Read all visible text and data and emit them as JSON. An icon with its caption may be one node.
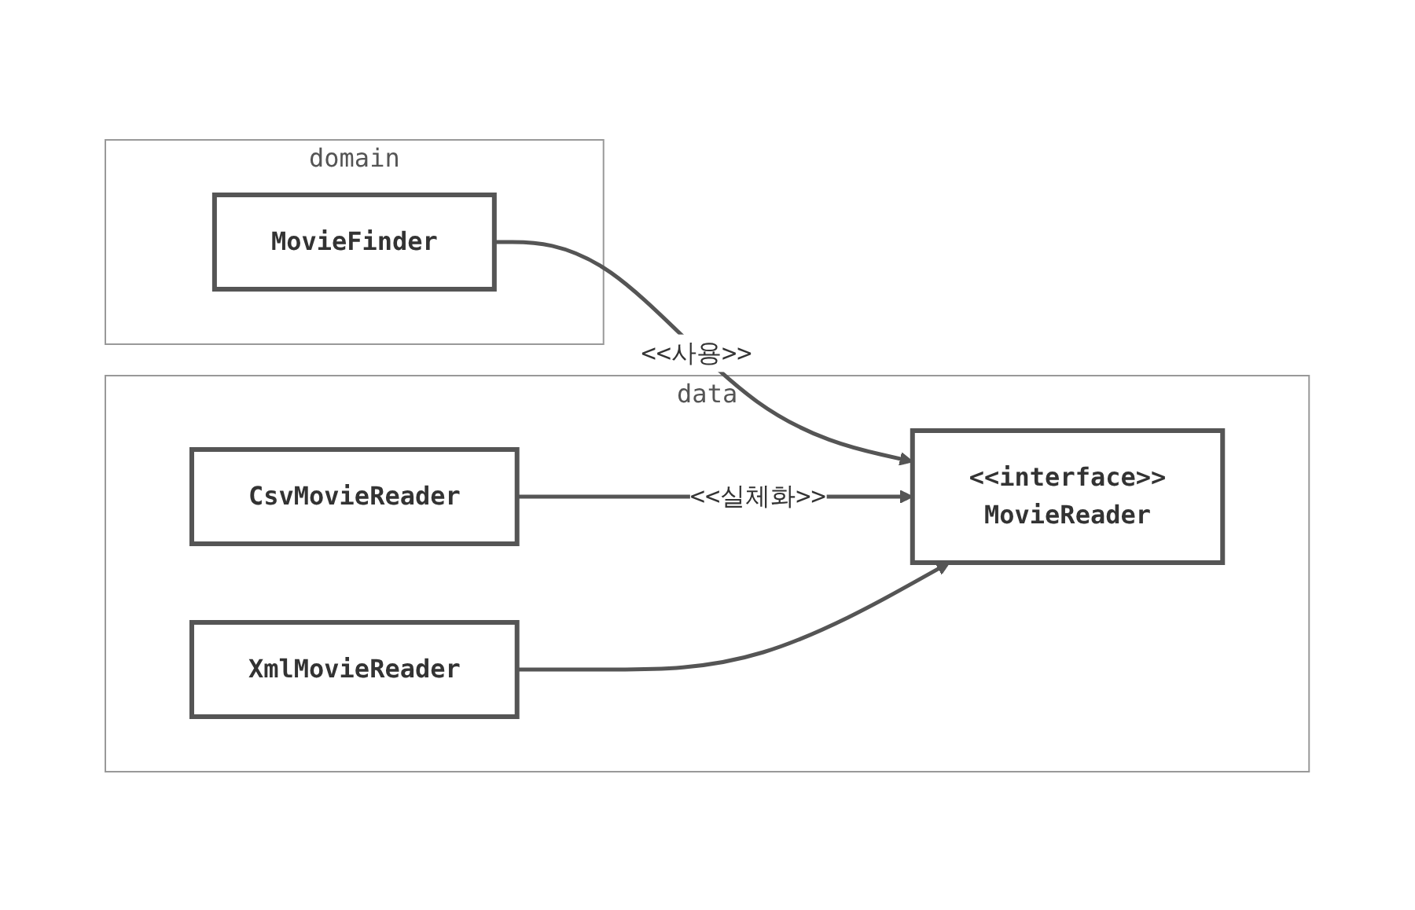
{
  "diagram": {
    "nodes": [
      {
        "text": [
          "domain"
        ]
      },
      {
        "text": [
          "MovieFinder"
        ],
        "in": 0
      },
      {
        "text": [
          "data"
        ]
      },
      {
        "text": [
          "<<interface>>",
          "MovieReader"
        ],
        "in": 2
      },
      {
        "text": [
          "CsvMovieReader"
        ],
        "in": 2
      },
      {
        "text": [
          "XmlMovieReader"
        ],
        "in": 2
      }
    ],
    "edges": [
      {
        "from": 1,
        "to": 3,
        "arrow": "to",
        "label": "<<사용>>"
      },
      {
        "from": 4,
        "to": 3,
        "arrow": "to",
        "label": "<<실체화>>"
      },
      {
        "from": 5,
        "to": 3,
        "arrow": "to"
      }
    ]
  }
}
